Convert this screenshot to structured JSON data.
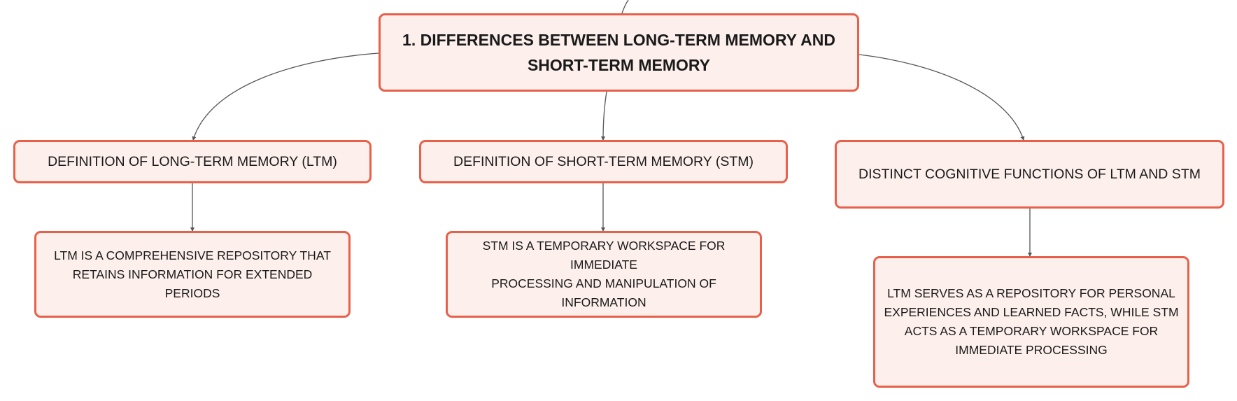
{
  "diagram": {
    "root": {
      "line1": "1. DIFFERENCES BETWEEN LONG-TERM MEMORY AND",
      "line2": "SHORT-TERM MEMORY"
    },
    "branches": [
      {
        "title": "DEFINITION OF LONG-TERM MEMORY (LTM)",
        "detail": [
          "LTM IS A COMPREHENSIVE REPOSITORY THAT",
          "RETAINS INFORMATION FOR EXTENDED PERIODS"
        ]
      },
      {
        "title": "DEFINITION OF SHORT-TERM MEMORY (STM)",
        "detail": [
          "STM IS A TEMPORARY WORKSPACE FOR IMMEDIATE",
          "PROCESSING AND MANIPULATION OF",
          "INFORMATION"
        ]
      },
      {
        "title": "DISTINCT COGNITIVE FUNCTIONS OF LTM AND STM",
        "detail": [
          "LTM SERVES AS A REPOSITORY FOR PERSONAL",
          "EXPERIENCES AND LEARNED FACTS, WHILE STM",
          "ACTS AS A TEMPORARY WORKSPACE FOR",
          "IMMEDIATE PROCESSING"
        ]
      }
    ]
  },
  "colors": {
    "node_fill": "#fdf0ec",
    "node_border": "#e8604a",
    "connector": "#555555"
  }
}
